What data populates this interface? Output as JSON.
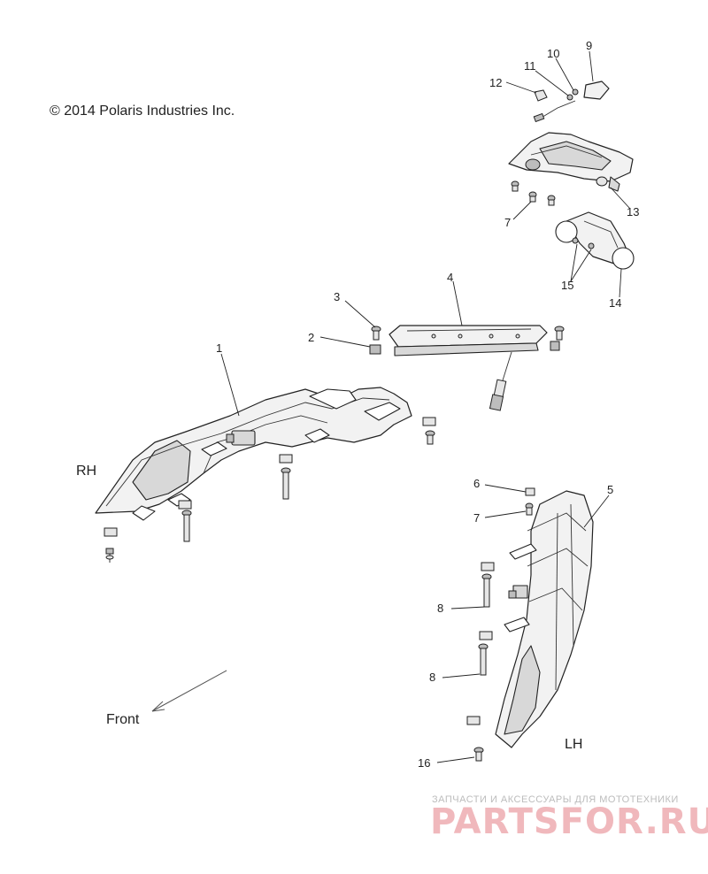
{
  "copyright": "© 2014 Polaris Industries Inc.",
  "side_labels": {
    "rh": "RH",
    "lh": "LH"
  },
  "direction": {
    "front": "Front"
  },
  "callouts": {
    "c1": "1",
    "c2": "2",
    "c3": "3",
    "c4": "4",
    "c5": "5",
    "c6": "6",
    "c7a": "7",
    "c7b": "7",
    "c8a": "8",
    "c8b": "8",
    "c9": "9",
    "c10": "10",
    "c11": "11",
    "c12": "12",
    "c13": "13",
    "c14": "14",
    "c15": "15",
    "c16": "16"
  },
  "watermark": {
    "tagline": "ЗАПЧАСТИ И АКСЕССУАРЫ ДЛЯ МОТОТЕХНИКИ",
    "brand": "PARTSFOR.RU",
    "color": "#e8a0a6"
  }
}
